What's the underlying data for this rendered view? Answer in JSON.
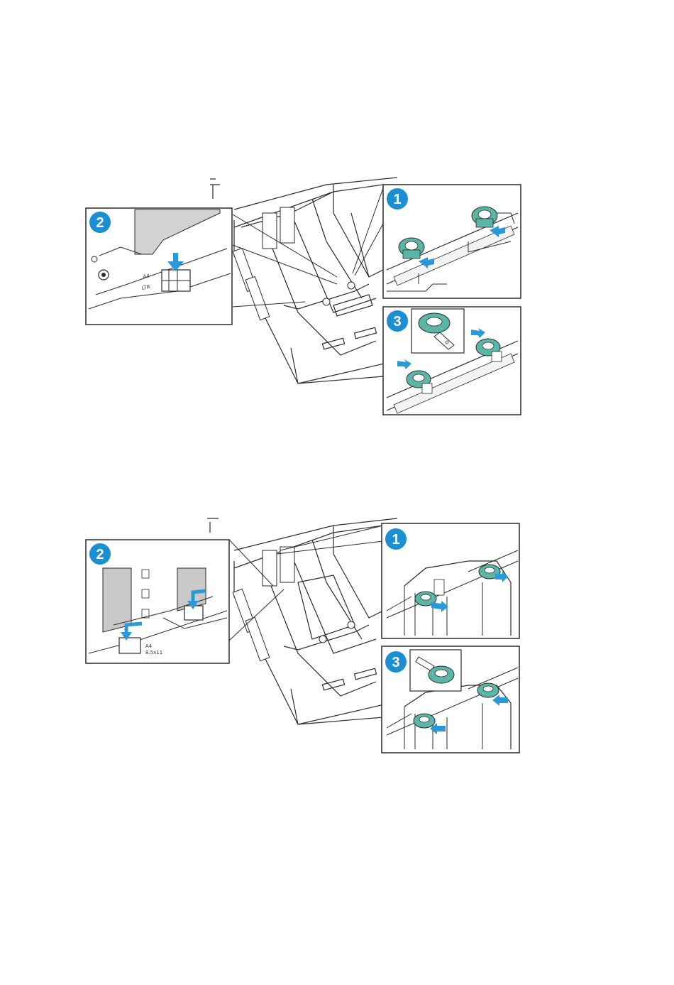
{
  "colors": {
    "callout": "#1b8fd2",
    "part": "#5bb6a8",
    "arrow": "#2a9ad6",
    "line": "#2a2a2a",
    "panel": "#bdbdbd"
  },
  "figures": [
    {
      "callouts": {
        "main": "2",
        "top": "1",
        "bottom": "3"
      }
    },
    {
      "callouts": {
        "main": "2",
        "top": "1",
        "bottom": "3"
      }
    }
  ]
}
